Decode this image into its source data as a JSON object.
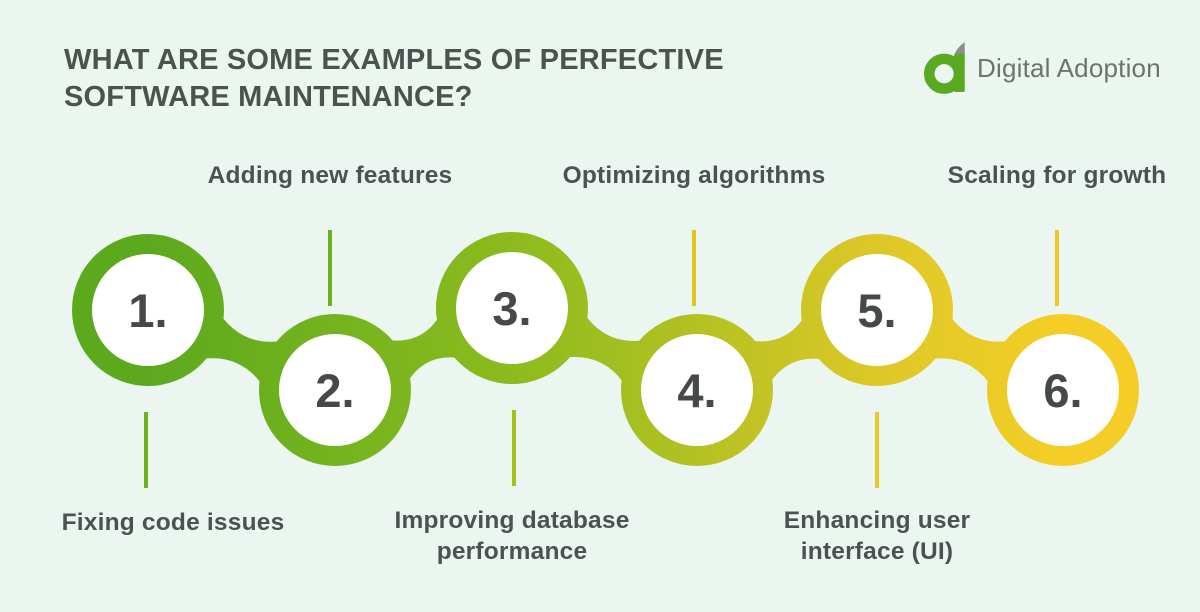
{
  "header": {
    "title_line1": "WHAT ARE SOME EXAMPLES OF PERFECTIVE",
    "title_line2": "SOFTWARE MAINTENANCE?",
    "brand": "Digital Adoption"
  },
  "colors": {
    "background": "#ecf6f0",
    "title_text": "#4d524f",
    "label_text": "#4d5250",
    "number_text": "#45494a",
    "brand_text": "#6e7370",
    "logo_green": "#5ba821",
    "logo_gray": "#8b908e",
    "circle_fill": "#ffffff"
  },
  "steps": [
    {
      "number": "1.",
      "label": "Fixing code issues",
      "label_position": "below",
      "circle_color": "#5ca91e",
      "line_color": "#6cb21e"
    },
    {
      "number": "2.",
      "label": "Adding new features",
      "label_position": "above",
      "circle_color": "#74b31e",
      "line_color": "#6cb21e"
    },
    {
      "number": "3.",
      "label": "Improving database performance",
      "label_position": "below",
      "circle_color": "#8cbb1d",
      "line_color": "#a6c01d"
    },
    {
      "number": "4.",
      "label": "Optimizing algorithms",
      "label_position": "above",
      "circle_color": "#b4c122",
      "line_color": "#e2c31f"
    },
    {
      "number": "5.",
      "label": "Enhancing user interface (UI)",
      "label_position": "below",
      "circle_color": "#ddc827",
      "line_color": "#ecc622"
    },
    {
      "number": "6.",
      "label": "Scaling for growth",
      "label_position": "above",
      "circle_color": "#f4ce26",
      "line_color": "#edc822"
    }
  ]
}
